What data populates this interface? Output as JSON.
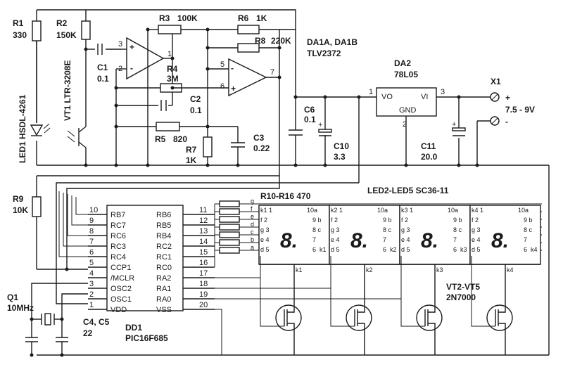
{
  "components": {
    "r1": {
      "ref": "R1",
      "value": "330"
    },
    "r2": {
      "ref": "R2",
      "value": "150K"
    },
    "r3": {
      "ref": "R3",
      "value": "100K"
    },
    "r4": {
      "ref": "R4",
      "value": "3M"
    },
    "r5": {
      "ref": "R5",
      "value": "820"
    },
    "r6": {
      "ref": "R6",
      "value": "1K"
    },
    "r7": {
      "ref": "R7",
      "value": "1K"
    },
    "r8": {
      "ref": "R8",
      "value": "220K"
    },
    "r9": {
      "ref": "R9",
      "value": "10K"
    },
    "r10_16": {
      "ref": "R10-R16",
      "value": "470"
    },
    "c1": {
      "ref": "C1",
      "value": "0.1"
    },
    "c2": {
      "ref": "C2",
      "value": "0.1"
    },
    "c3": {
      "ref": "C3",
      "value": "0.22"
    },
    "c6": {
      "ref": "C6",
      "value": "0.1"
    },
    "c10": {
      "ref": "C10",
      "value": "3.3"
    },
    "c11": {
      "ref": "C11",
      "value": "20.0"
    },
    "c45": {
      "ref": "C4, C5",
      "value": "22"
    },
    "q1": {
      "ref": "Q1",
      "value": "10MHz"
    },
    "led1": "LED1 HSDL-4261",
    "vt1": "VT1 LTR-3208E",
    "da1": {
      "ref": "DA1A, DA1B",
      "value": "TLV2372"
    },
    "da2": {
      "ref": "DA2",
      "value": "78L05",
      "pin_vo": "VO",
      "pin_vi": "VI",
      "pin_gnd": "GND"
    },
    "x1": {
      "ref": "X1",
      "plus": "+",
      "voltage": "7.5 - 9V",
      "minus": "-"
    },
    "leds": "LED2-LED5  SC36-11",
    "vt": {
      "ref": "VT2-VT5",
      "value": "2N7000"
    },
    "dd1": {
      "ref": "DD1",
      "value": "PIC16F685"
    }
  },
  "opamp": {
    "plus": "+",
    "minus": "-",
    "pin1": "1",
    "pin2": "2",
    "pin3": "3",
    "pin5": "5",
    "pin6": "6",
    "pin7": "7"
  },
  "reg_pins": {
    "p1": "1",
    "p2": "2",
    "p3": "3"
  },
  "mcu_left": [
    {
      "name": "RB7",
      "num": "10"
    },
    {
      "name": "RC7",
      "num": "9"
    },
    {
      "name": "RC6",
      "num": "8"
    },
    {
      "name": "RC3",
      "num": "7"
    },
    {
      "name": "RC4",
      "num": "6"
    },
    {
      "name": "CCP1",
      "num": "5"
    },
    {
      "name": "/MCLR",
      "num": "4"
    },
    {
      "name": "OSC2",
      "num": "3"
    },
    {
      "name": "OSC1",
      "num": "2"
    },
    {
      "name": "VDD",
      "num": "1"
    }
  ],
  "mcu_right": [
    {
      "name": "RB6",
      "num": "11"
    },
    {
      "name": "RB5",
      "num": "12"
    },
    {
      "name": "RB4",
      "num": "13"
    },
    {
      "name": "RC2",
      "num": "14"
    },
    {
      "name": "RC1",
      "num": "15"
    },
    {
      "name": "RC0",
      "num": "16"
    },
    {
      "name": "RA2",
      "num": "17"
    },
    {
      "name": "RA1",
      "num": "18"
    },
    {
      "name": "RA0",
      "num": "19"
    },
    {
      "name": "VSS",
      "num": "20"
    }
  ],
  "segment_letters": [
    "g",
    "f",
    "e",
    "d",
    "c",
    "b",
    "a"
  ],
  "digits": [
    {
      "k_top": "k1",
      "k_mid": "k1",
      "k_bottom": "k1",
      "digit": "8."
    },
    {
      "k_top": "k2",
      "k_mid": "k2",
      "k_bottom": "k2",
      "digit": "8."
    },
    {
      "k_top": "k3",
      "k_mid": "k3",
      "k_bottom": "k3",
      "digit": "8."
    },
    {
      "k_top": "k4",
      "k_mid": "k4",
      "k_bottom": "k4",
      "digit": "8."
    }
  ],
  "led_pins": {
    "p1": "1",
    "p10a": "10a",
    "f2": "f 2",
    "p9b": "9 b",
    "g3": "g 3",
    "p8c": "8 c",
    "e4": "e 4",
    "p7h": "7",
    "d5": "d 5",
    "p6k": "6"
  }
}
